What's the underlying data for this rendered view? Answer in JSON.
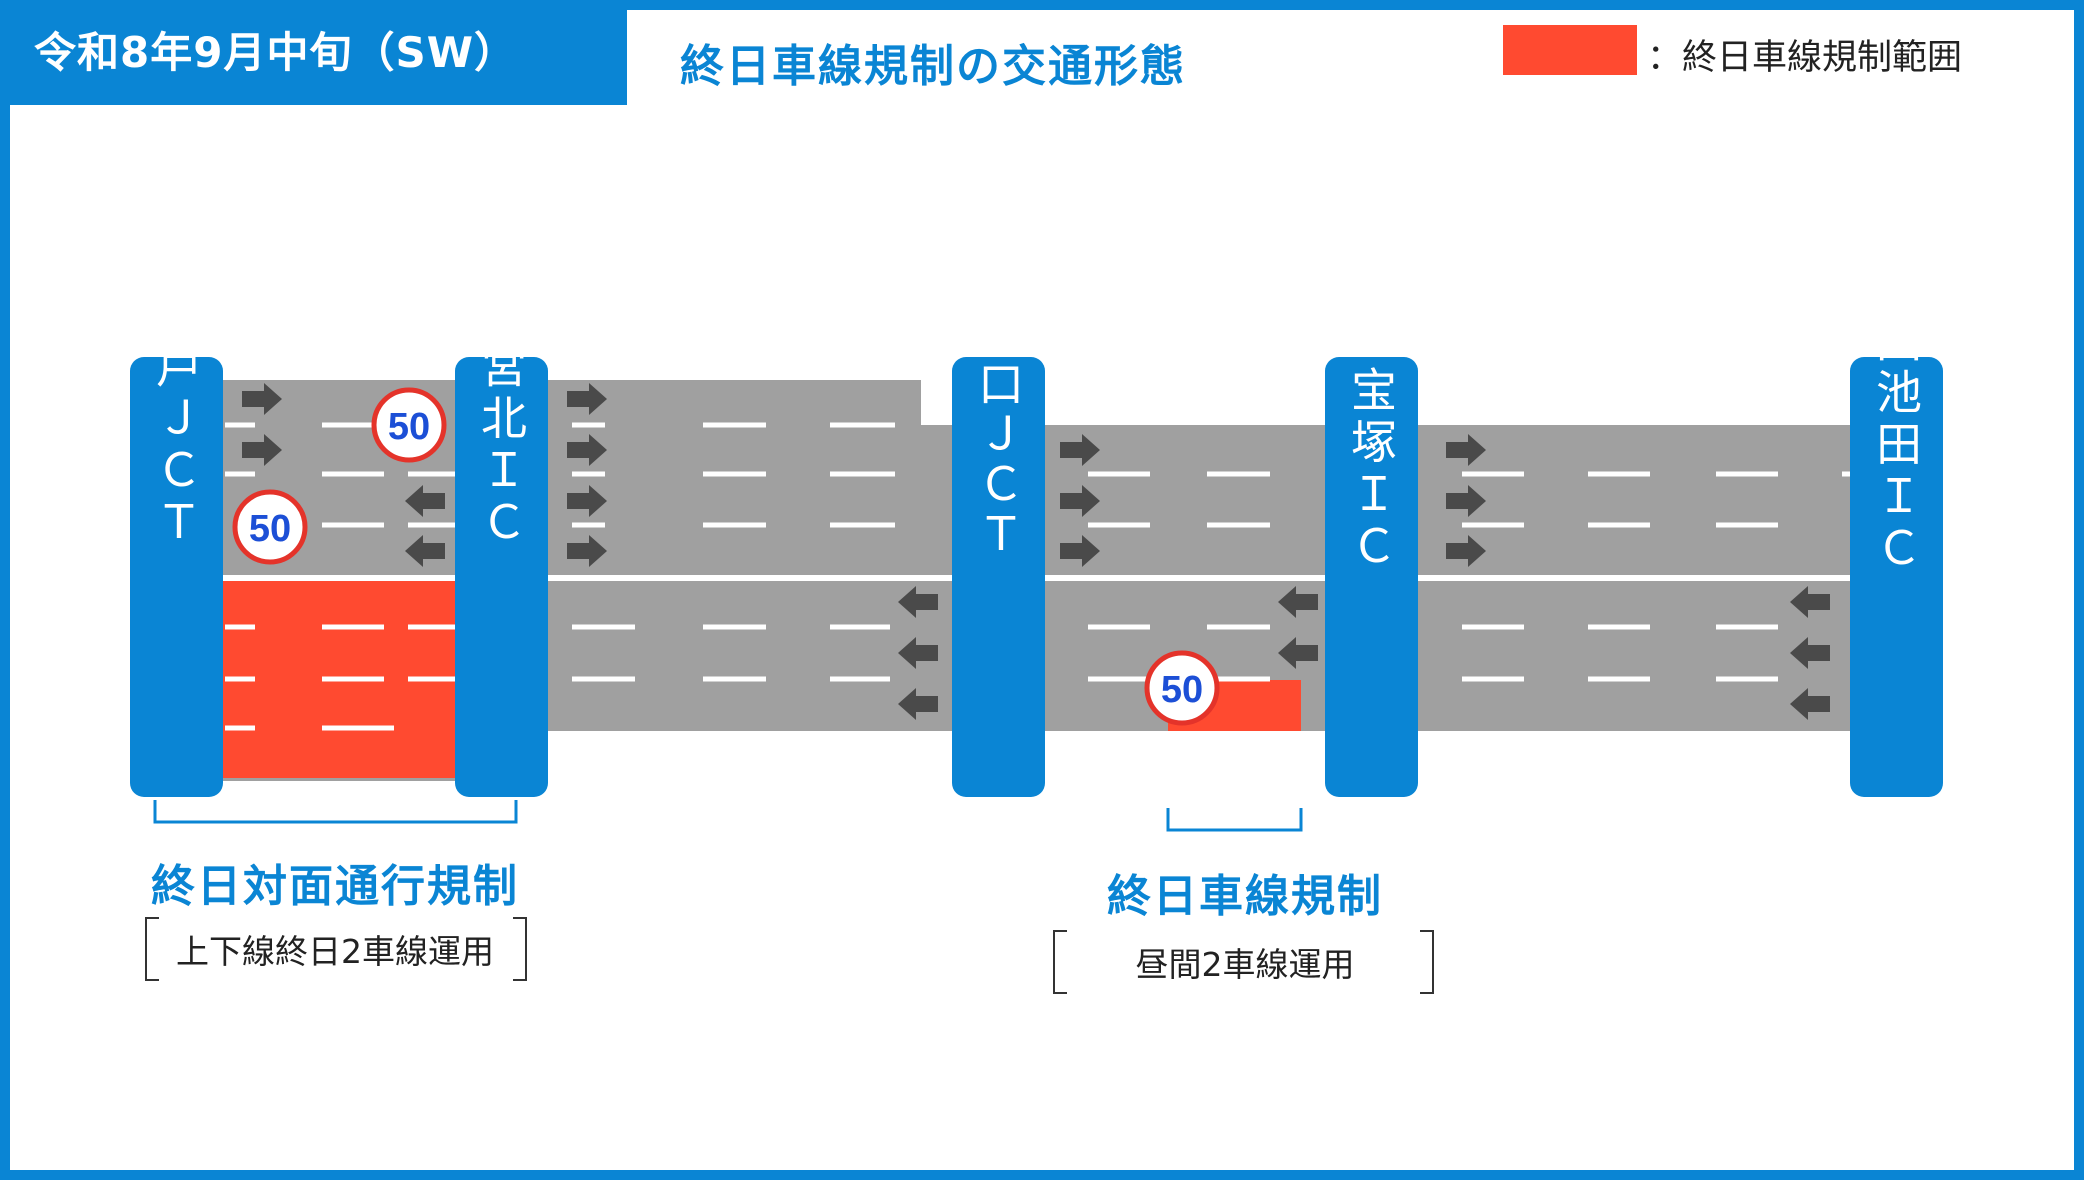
{
  "header": {
    "period_title": "令和8年9月中旬（SW）",
    "page_title": "終日車線規制の交通形態"
  },
  "legend": {
    "label": "：終日車線規制範囲",
    "color": "#ff4a30"
  },
  "colors": {
    "accent": "#0a85d4",
    "road": "#a0a0a0",
    "restriction": "#ff4a30",
    "arrow": "#4a4a4a"
  },
  "interchanges": [
    {
      "id": "kobe-jct",
      "label": "神戸ＪＣＴ"
    },
    {
      "id": "nishinomiya-kita-ic",
      "label": "西宮北ＩＣ"
    },
    {
      "id": "nishinomiya-yamaguchi-jct",
      "label": "西宮山口ＪＣＴ"
    },
    {
      "id": "takarazuka-ic",
      "label": "宝塚ＩＣ"
    },
    {
      "id": "chugoku-ikeda-ic",
      "label": "中国池田ＩＣ"
    }
  ],
  "speed_signs": [
    {
      "id": "speed-sign-1",
      "value": "50"
    },
    {
      "id": "speed-sign-2",
      "value": "50"
    },
    {
      "id": "speed-sign-3",
      "value": "50"
    }
  ],
  "restrictions": [
    {
      "id": "face-to-face",
      "title": "終日対面通行規制",
      "note": "上下線終日2車線運用"
    },
    {
      "id": "lane-closure",
      "title": "終日車線規制",
      "note": "昼間2車線運用"
    }
  ]
}
